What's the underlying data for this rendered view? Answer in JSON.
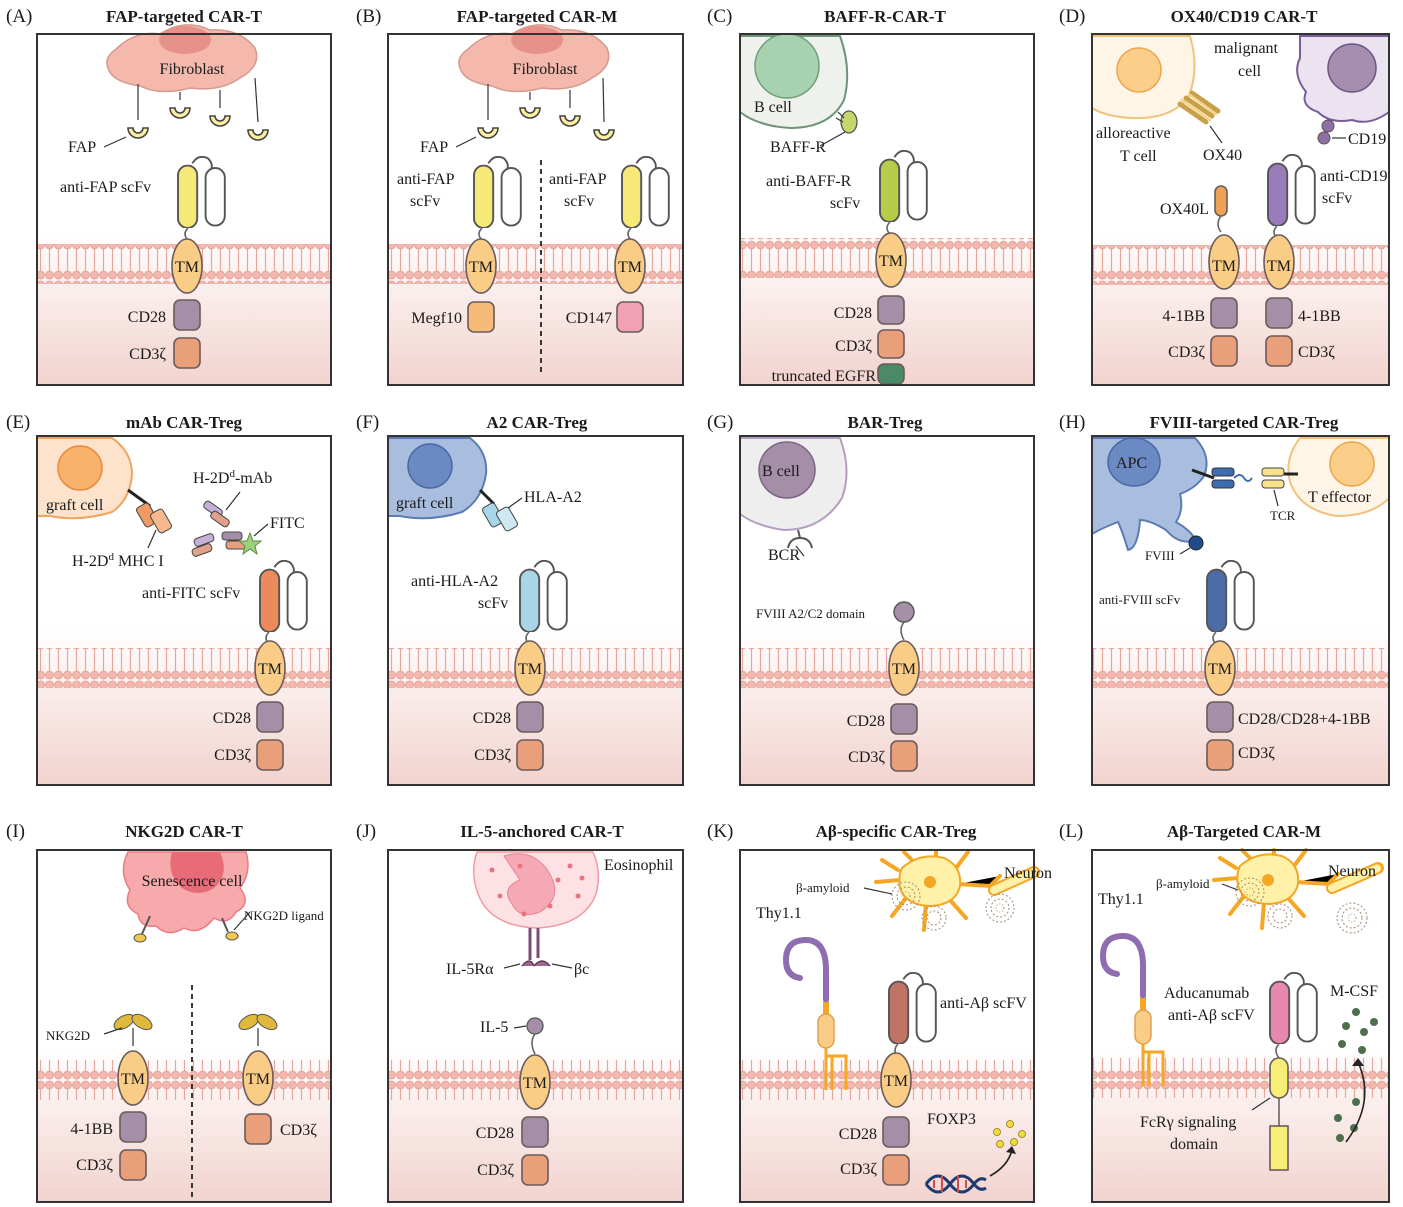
{
  "panels": [
    {
      "letter": "(A)",
      "title": "FAP-targeted CAR-T",
      "cell": "Fibroblast",
      "antigen": "FAP",
      "binder": "anti-FAP scFv",
      "tm": "TM",
      "domains": [
        "CD28",
        "CD3ζ"
      ]
    },
    {
      "letter": "(B)",
      "title": "FAP-targeted CAR-M",
      "cell": "Fibroblast",
      "antigen": "FAP",
      "left": {
        "binder_l1": "anti-FAP",
        "binder_l2": "scFv",
        "tm": "TM",
        "domain": "Megf10"
      },
      "right": {
        "binder_l1": "anti-FAP",
        "binder_l2": "scFv",
        "tm": "TM",
        "domain": "CD147"
      }
    },
    {
      "letter": "(C)",
      "title": "BAFF-R-CAR-T",
      "cell": "B cell",
      "antigen": "BAFF-R",
      "binder_l1": "anti-BAFF-R",
      "binder_l2": "scFv",
      "tm": "TM",
      "domains": [
        "CD28",
        "CD3ζ",
        "truncated EGFR"
      ]
    },
    {
      "letter": "(D)",
      "title": "OX40/CD19 CAR-T",
      "cell_left_l1": "alloreactive",
      "cell_left_l2": "T cell",
      "cell_right_l1": "malignant",
      "cell_right_l2": "cell",
      "antigen_left": "OX40",
      "antigen_right": "CD19",
      "left": {
        "binder": "OX40L",
        "tm": "TM",
        "domains": [
          "4-1BB",
          "CD3ζ"
        ]
      },
      "right": {
        "binder_l1": "anti-CD19",
        "binder_l2": "scFv",
        "tm": "TM",
        "domains": [
          "4-1BB",
          "CD3ζ"
        ]
      }
    },
    {
      "letter": "(E)",
      "title": "mAb CAR-Treg",
      "cell": "graft cell",
      "antigen": "H-2D",
      "antigen_sup": "d",
      "antigen_suffix": " MHC I",
      "mab": "H-2D",
      "mab_sup": "d",
      "mab_suffix": "-mAb",
      "tag": "FITC",
      "binder": "anti-FITC scFv",
      "tm": "TM",
      "domains": [
        "CD28",
        "CD3ζ"
      ]
    },
    {
      "letter": "(F)",
      "title": "A2 CAR-Treg",
      "cell": "graft cell",
      "antigen": "HLA-A2",
      "binder_l1": "anti-HLA-A2",
      "binder_l2": "scFv",
      "tm": "TM",
      "domains": [
        "CD28",
        "CD3ζ"
      ]
    },
    {
      "letter": "(G)",
      "title": "BAR-Treg",
      "cell": "B cell",
      "receptor": "BCR",
      "binder": "FVIII A2/C2 domain",
      "tm": "TM",
      "domains": [
        "CD28",
        "CD3ζ"
      ]
    },
    {
      "letter": "(H)",
      "title": "FVIII-targeted CAR-Treg",
      "cell_left": "APC",
      "cell_right": "T effector",
      "receptor": "TCR",
      "antigen": "FVIII",
      "binder": "anti-FVIII scFv",
      "tm": "TM",
      "domains": [
        "CD28/CD28+4-1BB",
        "CD3ζ"
      ]
    },
    {
      "letter": "(I)",
      "title": "NKG2D CAR-T",
      "cell": "Senescence cell",
      "ligand": "NKG2D ligand",
      "binder": "NKG2D",
      "left": {
        "tm": "TM",
        "domains": [
          "4-1BB",
          "CD3ζ"
        ]
      },
      "right": {
        "tm": "TM",
        "domains": [
          "CD3ζ"
        ]
      }
    },
    {
      "letter": "(J)",
      "title": "IL-5-anchored CAR-T",
      "cell": "Eosinophil",
      "receptor_a": "IL-5Rα",
      "receptor_b": "βc",
      "binder": "IL-5",
      "tm": "TM",
      "domains": [
        "CD28",
        "CD3ζ"
      ]
    },
    {
      "letter": "(K)",
      "title": "Aβ-specific CAR-Treg",
      "cell": "Neuron",
      "deposit": "β-amyloid",
      "marker": "Thy1.1",
      "binder": "anti-Aβ scFV",
      "tm": "TM",
      "domains": [
        "CD28",
        "CD3ζ"
      ],
      "secreted": "FOXP3"
    },
    {
      "letter": "(L)",
      "title": "Aβ-Targeted CAR-M",
      "cell": "Neuron",
      "deposit": "β-amyloid",
      "marker": "Thy1.1",
      "binder_l1": "Aducanumab",
      "binder_l2": "anti-Aβ scFV",
      "signal_l1": "FcRγ signaling",
      "signal_l2": "domain",
      "secreted": "M-CSF"
    }
  ],
  "colors": {
    "membrane": "#f0b4aa",
    "cytoplasm_top": "#ffffff",
    "cytoplasm_bottom": "#f2d3ce",
    "tm": "#f9cd86",
    "cd28": "#a58ea8",
    "cd3z": "#e9a07a",
    "fap": "#fff0a0",
    "fibroblast": "#f4b8ac",
    "megf10": "#f6bb78",
    "cd147": "#f0a2b4",
    "egfr": "#4a8a66"
  }
}
